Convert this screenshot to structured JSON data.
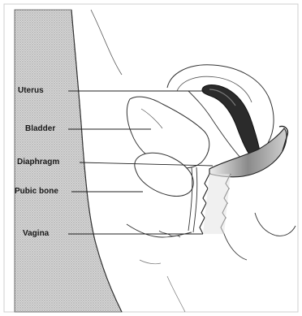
{
  "labels": {
    "uterus": "Uterus",
    "bladder": "Bladder",
    "diaphragm": "Diaphragm",
    "pubic_bone": "Pubic bone",
    "vagina": "Vagina"
  },
  "colors": {
    "body_shading": "#c9c9c9",
    "line": "#2a2a2a",
    "uterus_fill": "#2b2b2b",
    "diaphragm_fill": "#9a9a9a",
    "background": "#ffffff"
  }
}
